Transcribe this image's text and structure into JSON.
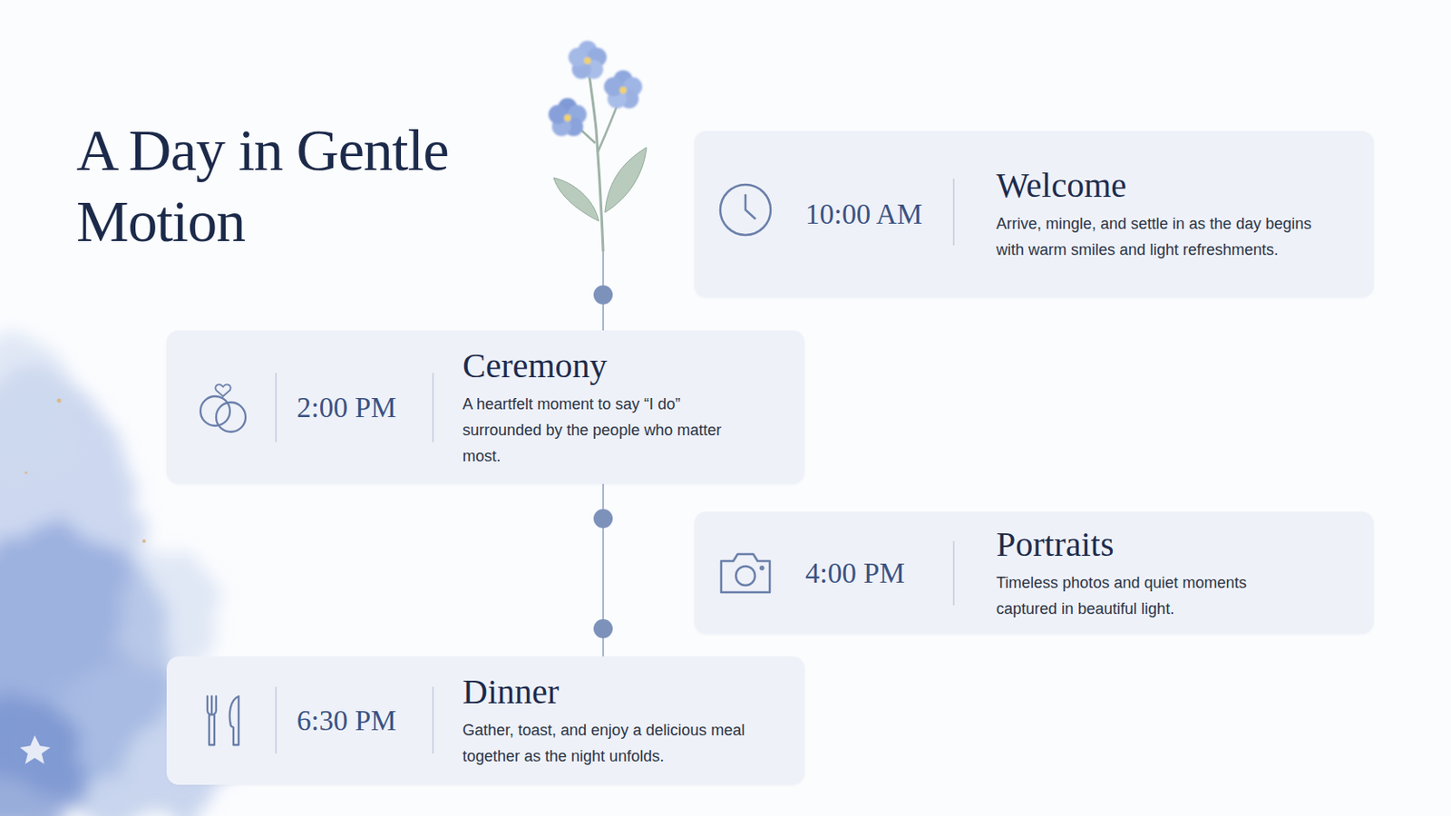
{
  "diagram": {
    "title": "A Day in Gentle Motion",
    "nodes": [
      {
        "text": [
          "10:00 AM",
          "Welcome",
          "Arrive, mingle, and settle in as the day begins with warm smiles and light refreshments."
        ]
      },
      {
        "text": [
          "2:00 PM",
          "Ceremony",
          "A heartfelt moment to say “I do” surrounded by the people who matter most."
        ]
      },
      {
        "text": [
          "4:00 PM",
          "Portraits",
          "Timeless photos and quiet moments captured in beautiful light."
        ]
      },
      {
        "text": [
          "6:30 PM",
          "Dinner",
          "Gather, toast, and enjoy a delicious meal together as the night unfolds."
        ]
      }
    ]
  }
}
